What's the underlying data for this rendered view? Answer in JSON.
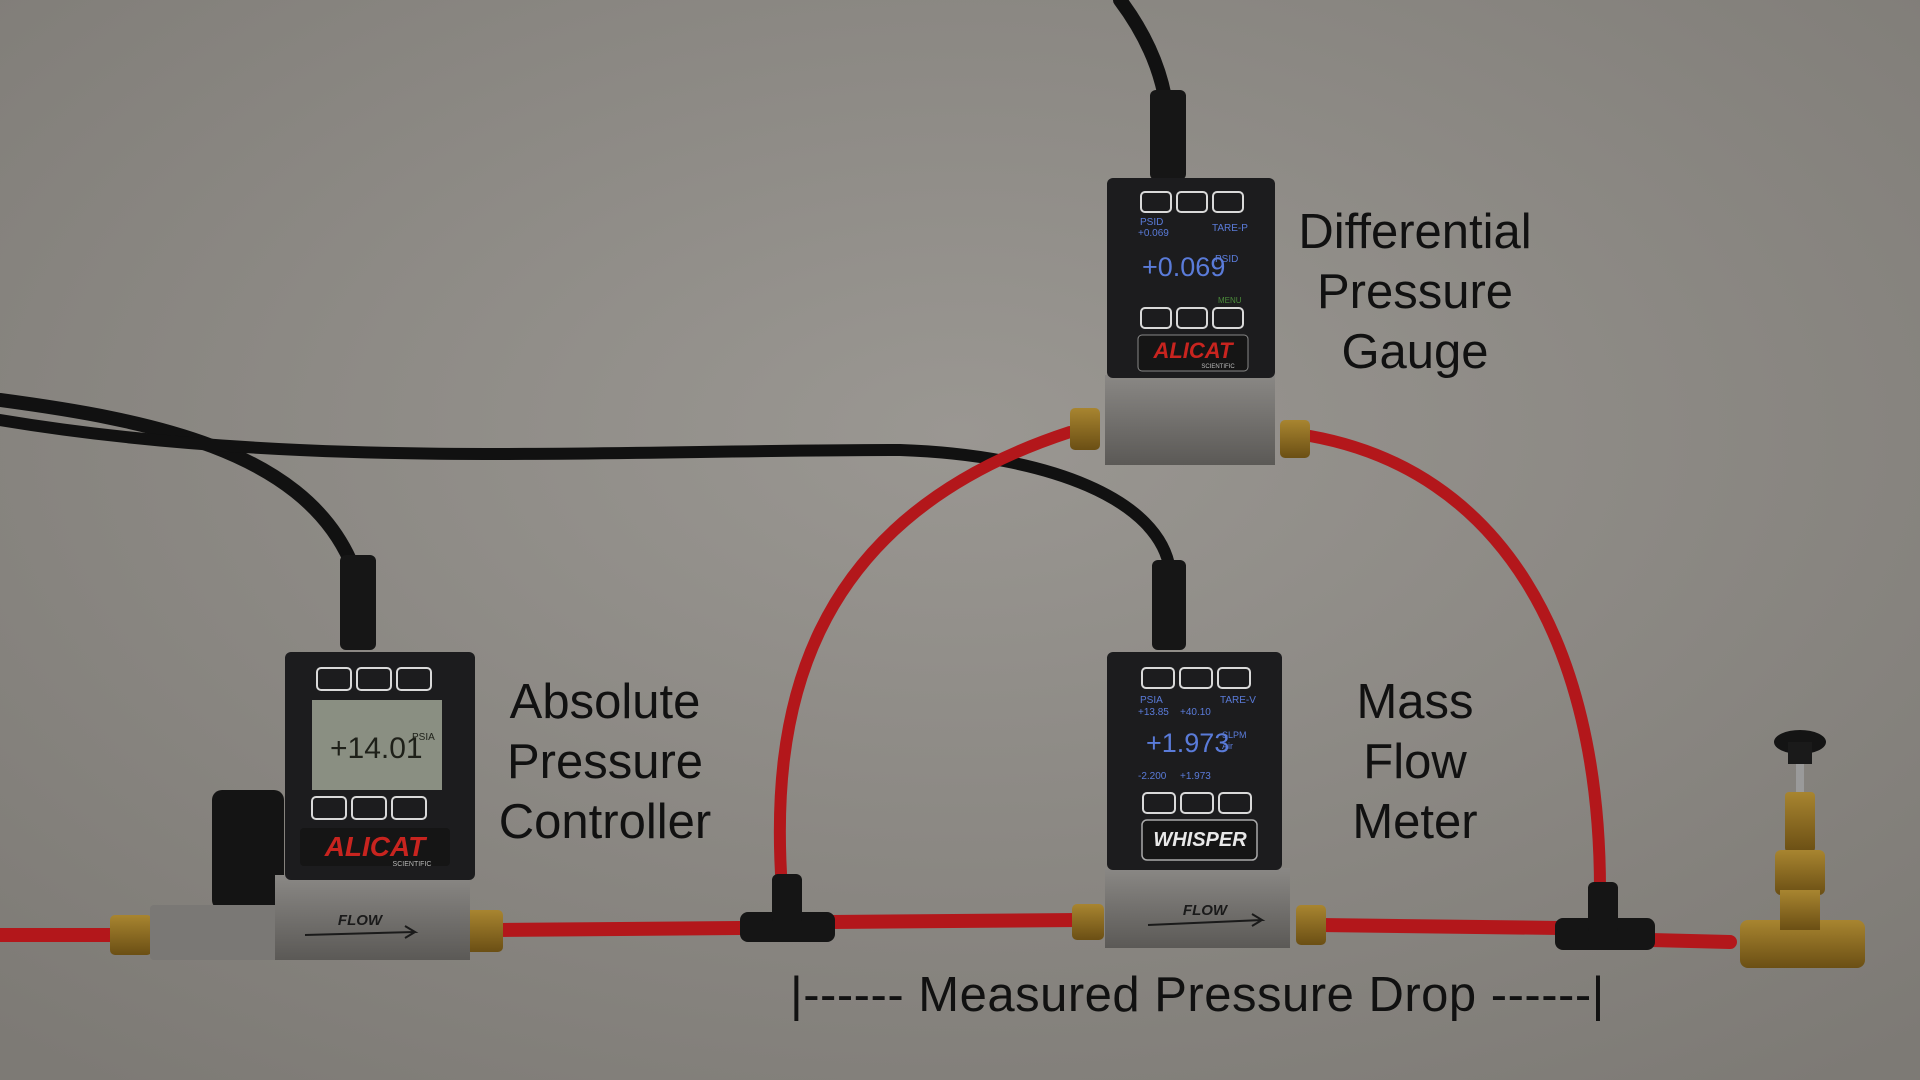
{
  "labels": {
    "differential_gauge": [
      "Differential",
      "Pressure",
      "Gauge"
    ],
    "absolute_controller": [
      "Absolute",
      "Pressure",
      "Controller"
    ],
    "mass_flow_meter": [
      "Mass",
      "Flow",
      "Meter"
    ],
    "pressure_drop": "|------ Measured Pressure Drop ------|"
  },
  "devices": {
    "differential_gauge": {
      "brand": "ALICAT",
      "brand_sub": "SCIENTIFIC",
      "display_top_left": "PSID",
      "display_top_left_value": "+0.069",
      "display_top_right": "TARE-P",
      "display_main": "+0.069",
      "display_main_unit": "PSID",
      "display_bottom_right": "MENU"
    },
    "absolute_controller": {
      "brand": "ALICAT",
      "brand_sub": "SCIENTIFIC",
      "display_main": "+14.01",
      "display_main_unit": "PSIA",
      "flow_label": "FLOW"
    },
    "mass_flow_meter": {
      "brand": "WHISPER",
      "display_top_left": "PSIA",
      "display_top_left_value": "+13.85",
      "display_top_mid_value": "+40.10",
      "display_top_right": "TARE-V",
      "display_main": "+1.973",
      "display_main_unit": "SLPM",
      "display_main_unit2": "Air",
      "display_bottom_left": "-2.200",
      "display_bottom_mid": "+1.973",
      "flow_label": "FLOW"
    }
  },
  "colors": {
    "background": "#8f8c87",
    "tubing": "#b3171b",
    "cable": "#111111",
    "device_body": "#1c1c1e",
    "metal_block": "#6e6c69",
    "brass": "#8a6a22",
    "lcd_blue": "#5a7bd9",
    "lcd_gray": "#8a8f82",
    "brand_red": "#c8241f"
  }
}
